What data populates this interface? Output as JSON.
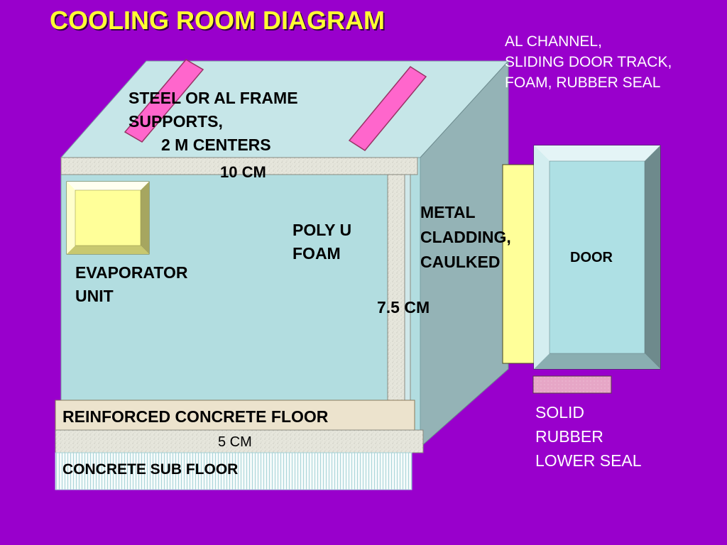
{
  "title": "COOLING ROOM DIAGRAM",
  "labels": {
    "al_channel": [
      "AL CHANNEL,",
      "SLIDING DOOR TRACK,",
      "FOAM, RUBBER SEAL"
    ],
    "frame_supports": [
      "STEEL OR AL  FRAME",
      "SUPPORTS,",
      "2 M CENTERS"
    ],
    "roof_thickness": "10 CM",
    "poly_foam": [
      "POLY U",
      "FOAM"
    ],
    "metal_cladding": [
      "METAL",
      "CLADDING,",
      "CAULKED"
    ],
    "door": "DOOR",
    "evaporator": [
      "EVAPORATOR",
      "UNIT"
    ],
    "wall_thickness": "7.5 CM",
    "reinforced_floor": "REINFORCED CONCRETE FLOOR",
    "floor_thickness": "5 CM",
    "sub_floor": "CONCRETE SUB FLOOR",
    "lower_seal": [
      "SOLID",
      "RUBBER",
      "LOWER SEAL"
    ]
  },
  "colors": {
    "background": "#9900cc",
    "title": "#ffff33",
    "wall_front": "#b2dde0",
    "wall_top": "#c6e6e8",
    "wall_side": "#94b3b6",
    "frame_support": "#ff66cc",
    "insulation_strip": "#e6e6dc",
    "evaporator": "#ffff99",
    "door_track": "#ffff99",
    "door": "#aee0e4",
    "reinforced_floor": "#ece3cd",
    "sub_floor": "#f4fafa",
    "lower_seal": "#e6a6c6"
  }
}
